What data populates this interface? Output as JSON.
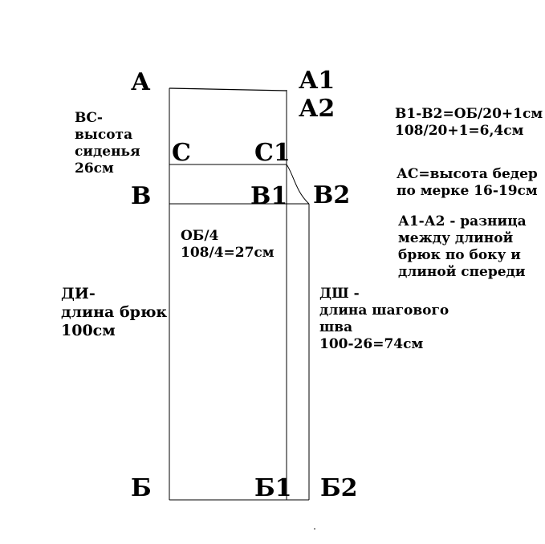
{
  "points": {
    "A": "А",
    "A1": "А1",
    "A2": "А2",
    "C": "С",
    "C1": "С1",
    "B": "В",
    "B1": "В1",
    "B2": "В2",
    "Bottom": "Б",
    "Bottom1": "Б1",
    "Bottom2": "Б2"
  },
  "annotations": {
    "seat_height": "ВС-\nвысота\nсиденья\n26см",
    "b1_b2_formula": "В1-В2=ОБ/20+1см\n108/20+1=6,4см",
    "hip_height": "АС=высота бедер\nпо мерке 16-19см",
    "a1_a2_note": "А1-А2 - разница\nмежду длиной\nбрюк по боку и\nдлиной спереди",
    "ob4_formula": "ОБ/4\n108/4=27см",
    "trouser_length": "ДИ-\nдлина брюк\n100см",
    "inseam_length": "ДШ -\nдлина шагового\nшва\n100-26=74см"
  },
  "colors": {
    "line": "#000000",
    "text": "#000000",
    "background": "#ffffff"
  }
}
